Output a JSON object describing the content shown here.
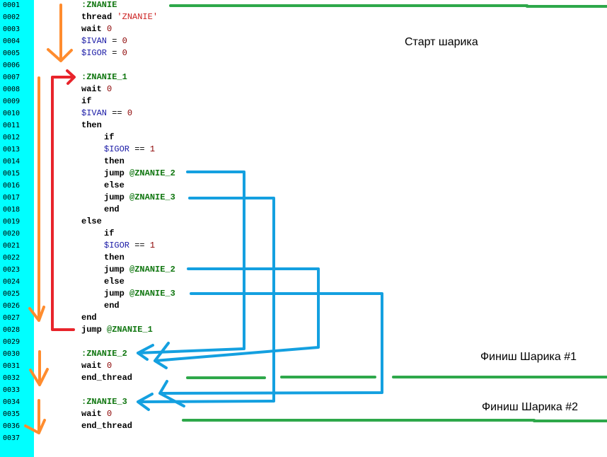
{
  "colors": {
    "gutter": "#00ffff",
    "label": "#117711",
    "variable": "#1a1aa6",
    "number": "#8b0000",
    "string": "#cc2222",
    "flow_arrow": "#ff8c2e",
    "loop_arrow": "#e8242b",
    "jump_arrow": "#14a0e0",
    "marker_line": "#2ea84a"
  },
  "line_numbers": [
    "0001",
    "0002",
    "0003",
    "0004",
    "0005",
    "0006",
    "0007",
    "0008",
    "0009",
    "0010",
    "0011",
    "0012",
    "0013",
    "0014",
    "0015",
    "0016",
    "0017",
    "0018",
    "0019",
    "0020",
    "0021",
    "0022",
    "0023",
    "0024",
    "0025",
    "0026",
    "0027",
    "0028",
    "0029",
    "0030",
    "0031",
    "0032",
    "0033",
    "0034",
    "0035",
    "0036",
    "0037"
  ],
  "code": [
    {
      "line": 1,
      "indent": 0,
      "tokens": [
        {
          "t": ":ZNANIE",
          "c": "lbl"
        }
      ]
    },
    {
      "line": 2,
      "indent": 0,
      "tokens": [
        {
          "t": "thread ",
          "c": "kw"
        },
        {
          "t": "'ZNANIE'",
          "c": "str"
        }
      ]
    },
    {
      "line": 3,
      "indent": 0,
      "tokens": [
        {
          "t": "wait ",
          "c": "kw"
        },
        {
          "t": "0",
          "c": "num"
        }
      ]
    },
    {
      "line": 4,
      "indent": 0,
      "tokens": [
        {
          "t": "$IVAN",
          "c": "var"
        },
        {
          "t": " = ",
          "c": "op"
        },
        {
          "t": "0",
          "c": "num"
        }
      ]
    },
    {
      "line": 5,
      "indent": 0,
      "tokens": [
        {
          "t": "$IGOR",
          "c": "var"
        },
        {
          "t": " = ",
          "c": "op"
        },
        {
          "t": "0",
          "c": "num"
        }
      ]
    },
    {
      "line": 7,
      "indent": 0,
      "tokens": [
        {
          "t": ":ZNANIE_1",
          "c": "lbl"
        }
      ]
    },
    {
      "line": 8,
      "indent": 0,
      "tokens": [
        {
          "t": "wait ",
          "c": "kw"
        },
        {
          "t": "0",
          "c": "num"
        }
      ]
    },
    {
      "line": 9,
      "indent": 0,
      "tokens": [
        {
          "t": "if",
          "c": "kw"
        }
      ]
    },
    {
      "line": 10,
      "indent": 0,
      "tokens": [
        {
          "t": "$IVAN",
          "c": "var"
        },
        {
          "t": " == ",
          "c": "op"
        },
        {
          "t": "0",
          "c": "num"
        }
      ]
    },
    {
      "line": 11,
      "indent": 0,
      "tokens": [
        {
          "t": "then",
          "c": "kw"
        }
      ]
    },
    {
      "line": 12,
      "indent": 1,
      "tokens": [
        {
          "t": "if",
          "c": "kw"
        }
      ]
    },
    {
      "line": 13,
      "indent": 1,
      "tokens": [
        {
          "t": "$IGOR",
          "c": "var"
        },
        {
          "t": " == ",
          "c": "op"
        },
        {
          "t": "1",
          "c": "num"
        }
      ]
    },
    {
      "line": 14,
      "indent": 1,
      "tokens": [
        {
          "t": "then",
          "c": "kw"
        }
      ]
    },
    {
      "line": 15,
      "indent": 1,
      "tokens": [
        {
          "t": "jump ",
          "c": "kw"
        },
        {
          "t": "@ZNANIE_2",
          "c": "lbl"
        }
      ]
    },
    {
      "line": 16,
      "indent": 1,
      "tokens": [
        {
          "t": "else",
          "c": "kw"
        }
      ]
    },
    {
      "line": 17,
      "indent": 1,
      "tokens": [
        {
          "t": "jump ",
          "c": "kw"
        },
        {
          "t": "@ZNANIE_3",
          "c": "lbl"
        }
      ]
    },
    {
      "line": 18,
      "indent": 1,
      "tokens": [
        {
          "t": "end",
          "c": "kw"
        }
      ]
    },
    {
      "line": 19,
      "indent": 0,
      "tokens": [
        {
          "t": "else",
          "c": "kw"
        }
      ]
    },
    {
      "line": 20,
      "indent": 1,
      "tokens": [
        {
          "t": "if",
          "c": "kw"
        }
      ]
    },
    {
      "line": 21,
      "indent": 1,
      "tokens": [
        {
          "t": "$IGOR",
          "c": "var"
        },
        {
          "t": " == ",
          "c": "op"
        },
        {
          "t": "1",
          "c": "num"
        }
      ]
    },
    {
      "line": 22,
      "indent": 1,
      "tokens": [
        {
          "t": "then",
          "c": "kw"
        }
      ]
    },
    {
      "line": 23,
      "indent": 1,
      "tokens": [
        {
          "t": "jump ",
          "c": "kw"
        },
        {
          "t": "@ZNANIE_2",
          "c": "lbl"
        }
      ]
    },
    {
      "line": 24,
      "indent": 1,
      "tokens": [
        {
          "t": "else",
          "c": "kw"
        }
      ]
    },
    {
      "line": 25,
      "indent": 1,
      "tokens": [
        {
          "t": "jump ",
          "c": "kw"
        },
        {
          "t": "@ZNANIE_3",
          "c": "lbl"
        }
      ]
    },
    {
      "line": 26,
      "indent": 1,
      "tokens": [
        {
          "t": "end",
          "c": "kw"
        }
      ]
    },
    {
      "line": 27,
      "indent": 0,
      "tokens": [
        {
          "t": "end",
          "c": "kw"
        }
      ]
    },
    {
      "line": 28,
      "indent": 0,
      "tokens": [
        {
          "t": "jump ",
          "c": "kw"
        },
        {
          "t": "@ZNANIE_1",
          "c": "lbl"
        }
      ]
    },
    {
      "line": 30,
      "indent": 0,
      "tokens": [
        {
          "t": ":ZNANIE_2",
          "c": "lbl"
        }
      ]
    },
    {
      "line": 31,
      "indent": 0,
      "tokens": [
        {
          "t": "wait ",
          "c": "kw"
        },
        {
          "t": "0",
          "c": "num"
        }
      ]
    },
    {
      "line": 32,
      "indent": 0,
      "tokens": [
        {
          "t": "end_thread",
          "c": "kw"
        }
      ]
    },
    {
      "line": 34,
      "indent": 0,
      "tokens": [
        {
          "t": ":ZNANIE_3",
          "c": "lbl"
        }
      ]
    },
    {
      "line": 35,
      "indent": 0,
      "tokens": [
        {
          "t": "wait ",
          "c": "kw"
        },
        {
          "t": "0",
          "c": "num"
        }
      ]
    },
    {
      "line": 36,
      "indent": 0,
      "tokens": [
        {
          "t": "end_thread",
          "c": "kw"
        }
      ]
    }
  ],
  "annotations": {
    "start": "Старт шарика",
    "finish_1": "Финиш Шарика #1",
    "finish_2": "Финиш Шарика #2"
  },
  "jumps": [
    {
      "from_line": 15,
      "to_line": 30,
      "target": "@ZNANIE_2"
    },
    {
      "from_line": 17,
      "to_line": 34,
      "target": "@ZNANIE_3"
    },
    {
      "from_line": 23,
      "to_line": 30,
      "target": "@ZNANIE_2"
    },
    {
      "from_line": 25,
      "to_line": 34,
      "target": "@ZNANIE_3"
    }
  ],
  "loop": {
    "from_line": 28,
    "to_line": 7,
    "target": "@ZNANIE_1"
  }
}
